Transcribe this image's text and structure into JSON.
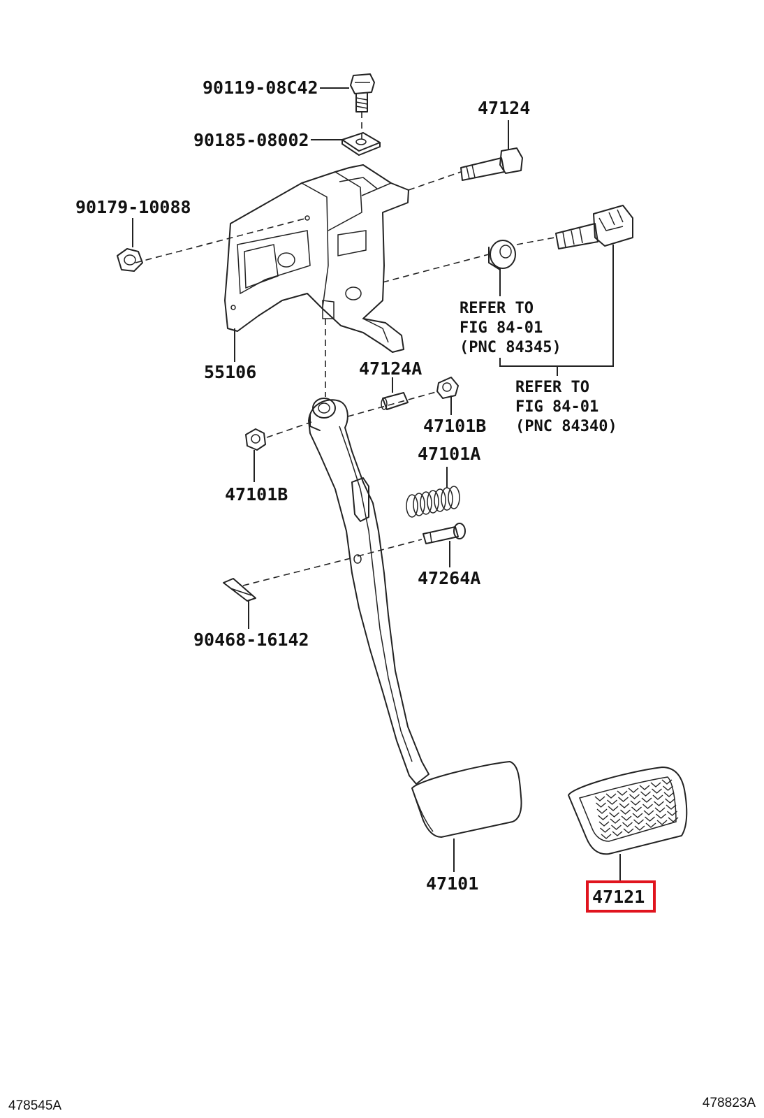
{
  "labels": {
    "bolt_90119": "90119-08C42",
    "washer_90185": "90185-08002",
    "nut_90179": "90179-10088",
    "bracket_55106": "55106",
    "bolt_47124": "47124",
    "collar_47124A": "47124A",
    "bush_47101B_right": "47101B",
    "nut_47101B_left": "47101B",
    "spring_47101A": "47101A",
    "pin_47264A": "47264A",
    "clip_90468": "90468-16142",
    "pedal_47101": "47101",
    "pad_47121": "47121"
  },
  "refs": {
    "ref1_line1": "REFER TO",
    "ref1_line2": "FIG 84-01",
    "ref1_line3": "(PNC 84345)",
    "ref2_line1": "REFER TO",
    "ref2_line2": "FIG 84-01",
    "ref2_line3": "(PNC 84340)"
  },
  "corners": {
    "bottom_left": "478545A",
    "bottom_right": "478823A"
  },
  "colors": {
    "highlight_box": "#e0141e",
    "line": "#222222"
  }
}
